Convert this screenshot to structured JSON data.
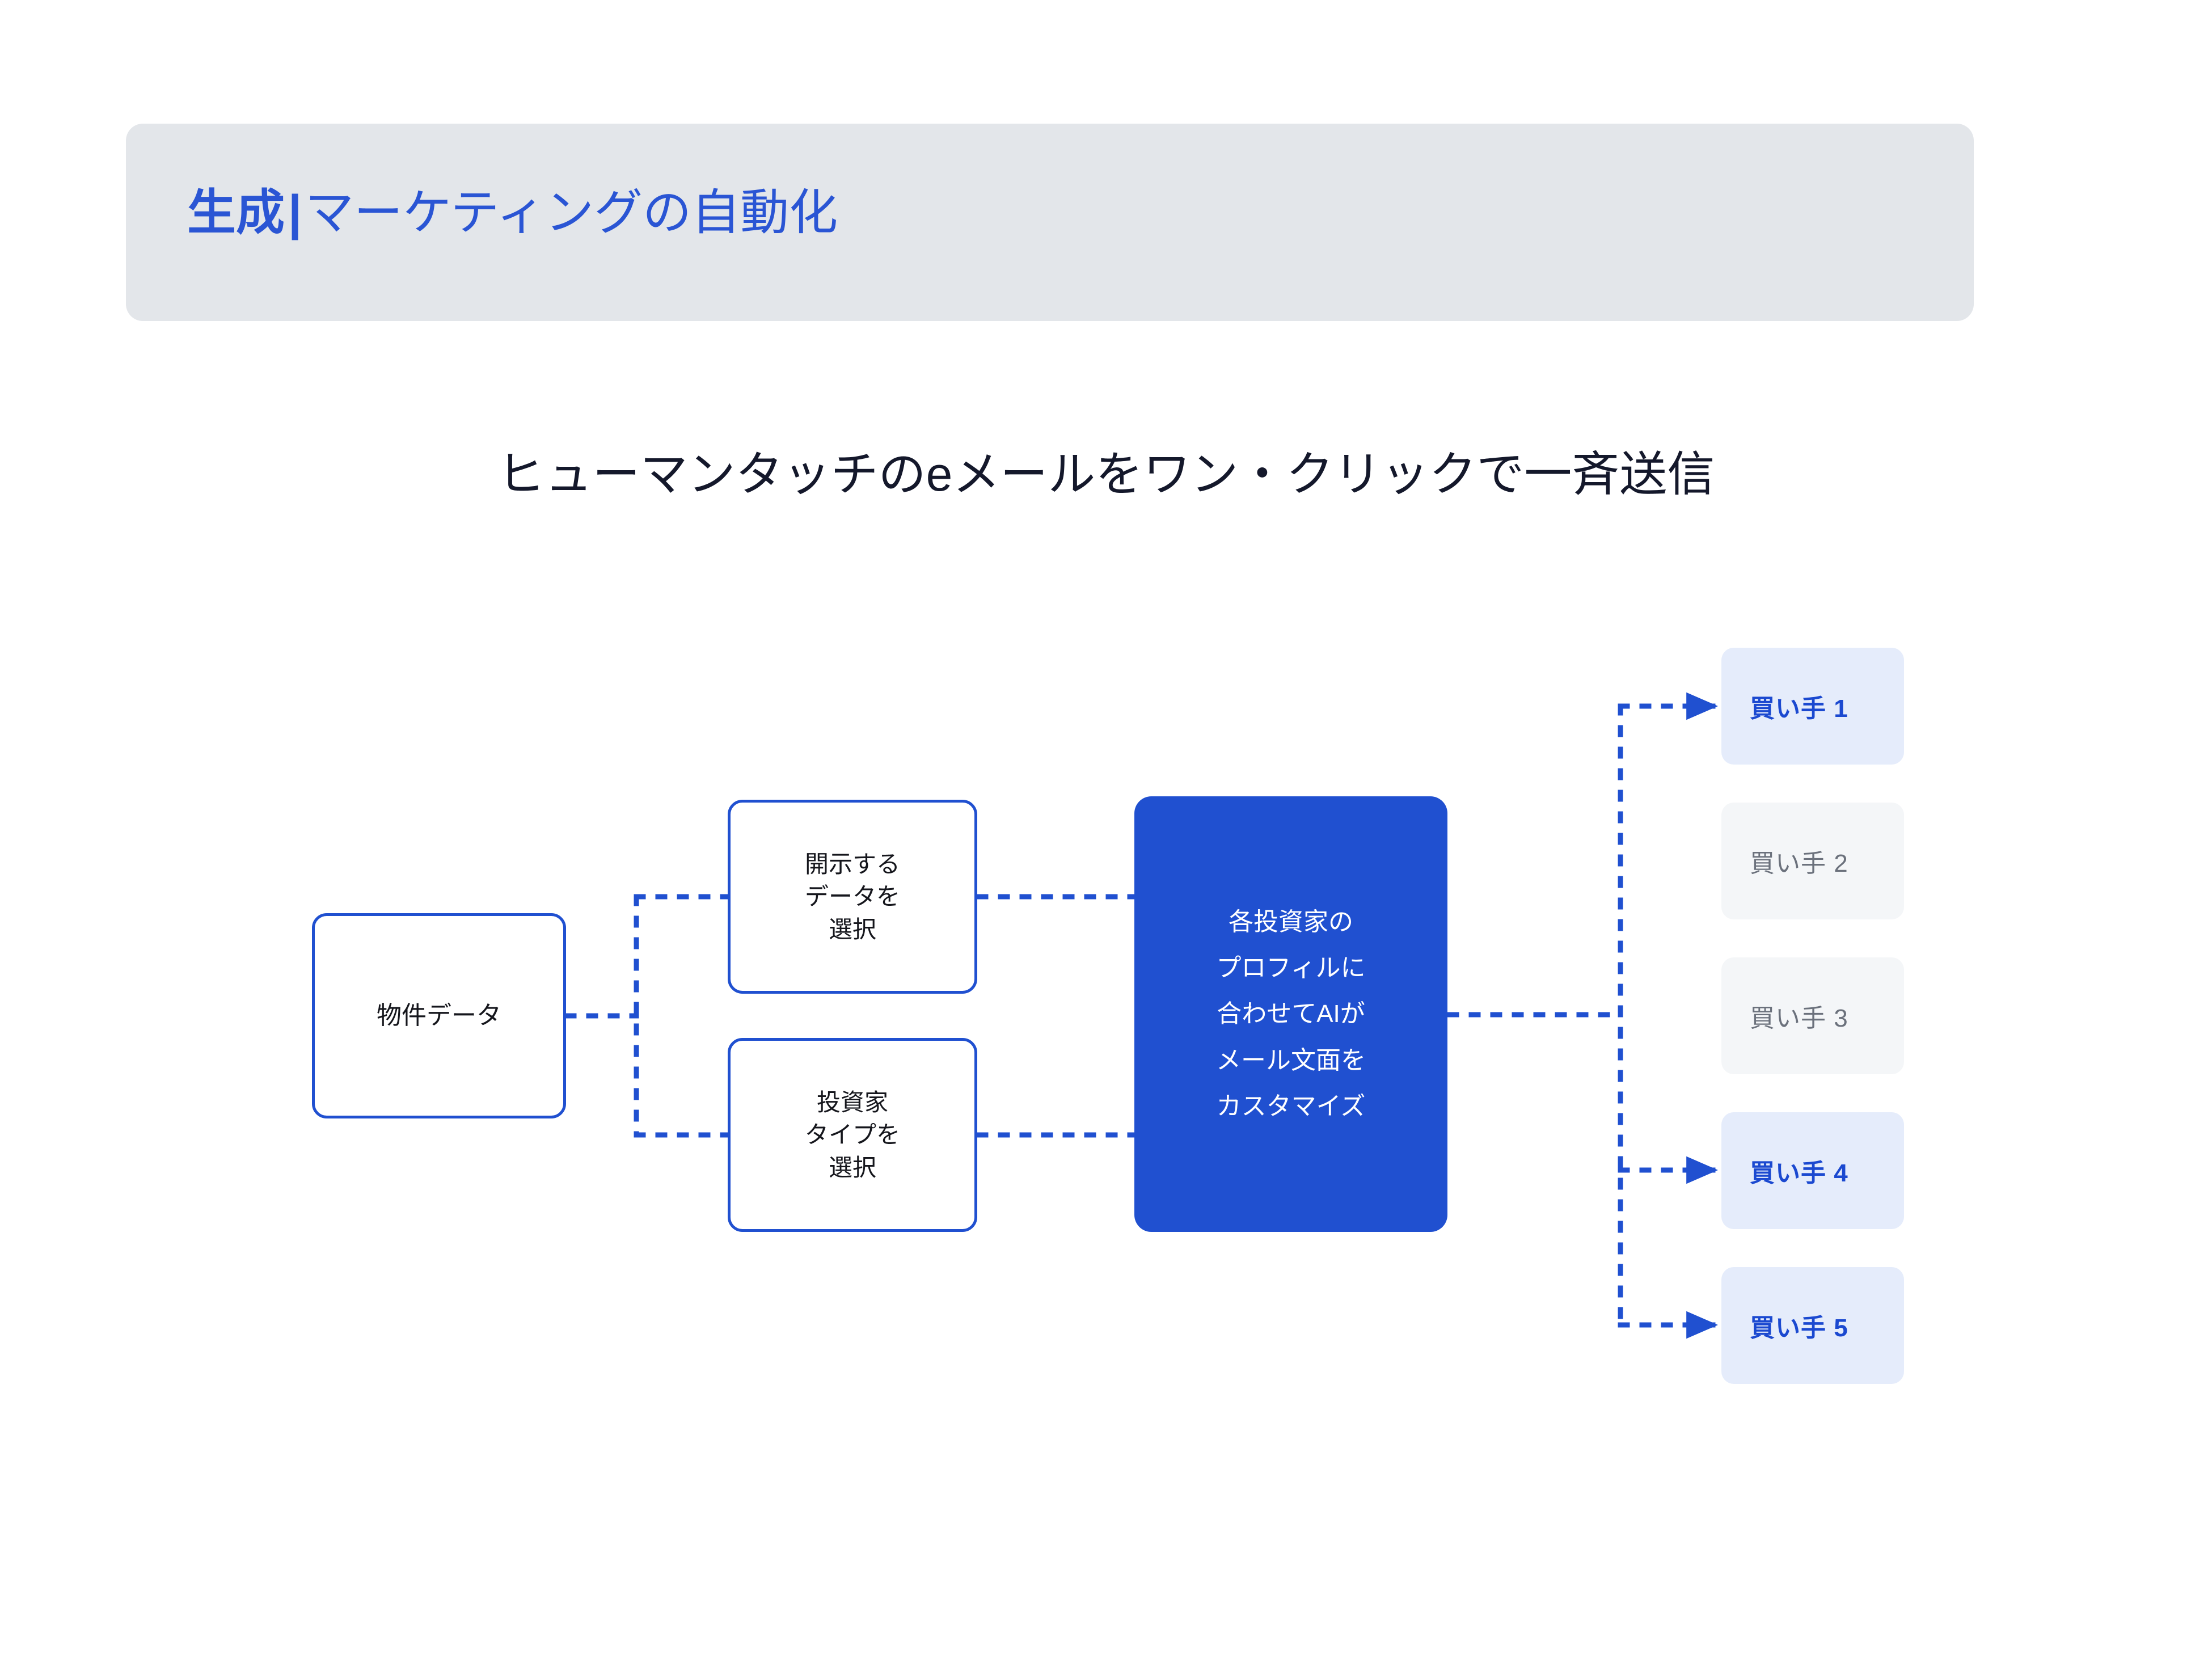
{
  "header": {
    "title_strong": "生成",
    "title_separator": "|",
    "title_rest": "マーケティングの自動化",
    "band_color": "#e3e6ea",
    "title_color": "#2a55d4"
  },
  "subtitle": {
    "text": "ヒューマンタッチのeメールをワン・クリックで一斉送信",
    "color": "#14182b"
  },
  "flow": {
    "accent_color": "#2050d0",
    "nodes": [
      {
        "id": "source",
        "label": "物件データ"
      },
      {
        "id": "select-data",
        "label": "開示する\nデータを\n選択"
      },
      {
        "id": "select-type",
        "label": "投資家\nタイプを\n選択"
      },
      {
        "id": "ai",
        "label": "各投資家の\nプロフィルに\n合わせてAIが\nメール文面を\nカスタマイズ"
      }
    ]
  },
  "buyers": {
    "active_bg": "#e5ecfb",
    "active_text": "#1b49d0",
    "inactive_bg": "#f4f6f8",
    "inactive_text": "#6b717c",
    "items": [
      {
        "label": "買い手 1",
        "state": "active"
      },
      {
        "label": "買い手 2",
        "state": "inactive"
      },
      {
        "label": "買い手 3",
        "state": "inactive"
      },
      {
        "label": "買い手 4",
        "state": "active"
      },
      {
        "label": "買い手 5",
        "state": "active"
      }
    ]
  }
}
